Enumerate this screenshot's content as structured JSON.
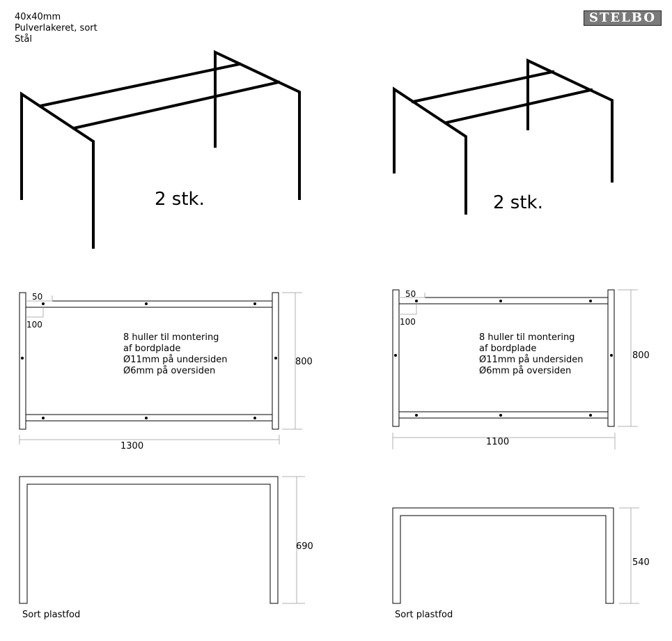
{
  "spec": {
    "line1": "40x40mm",
    "line2": "Pulverlakeret, sort",
    "line3": "Stål"
  },
  "logo": {
    "text": "STELBO"
  },
  "large": {
    "quantity": "2 stk.",
    "dim_offset_50": "50",
    "dim_offset_100": "100",
    "width": "1300",
    "depth": "800",
    "height": "690",
    "note_line1": "8 huller til montering",
    "note_line2": "af bordplade",
    "note_line3": "Ø11mm på undersiden",
    "note_line4": "Ø6mm på oversiden",
    "foot": "Sort plastfod"
  },
  "small": {
    "quantity": "2 stk.",
    "dim_offset_50": "50",
    "dim_offset_100": "100",
    "width": "1100",
    "depth": "800",
    "height": "540",
    "note_line1": "8 huller til montering",
    "note_line2": "af bordplade",
    "note_line3": "Ø11mm på undersiden",
    "note_line4": "Ø6mm på oversiden",
    "foot": "Sort plastfod"
  },
  "colors": {
    "line": "#000000",
    "dimension": "#b0b0b0",
    "logo_bg": "#7a7a7a"
  }
}
